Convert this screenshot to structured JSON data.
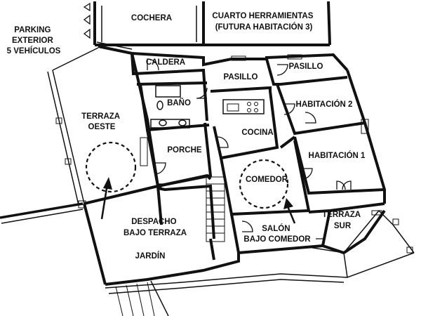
{
  "plan": {
    "rooms": [
      {
        "key": "cochera",
        "lines": [
          "COCHERA"
        ]
      },
      {
        "key": "cuarto",
        "lines": [
          "CUARTO HERRAMIENTAS",
          "(FUTURA HABITACIÓN 3)"
        ]
      },
      {
        "key": "parking",
        "lines": [
          "PARKING",
          "EXTERIOR",
          "5 VEHÍCULOS"
        ]
      },
      {
        "key": "caldera",
        "lines": [
          "CALDERA"
        ]
      },
      {
        "key": "pasillo1",
        "lines": [
          "PASILLO"
        ]
      },
      {
        "key": "pasillo2",
        "lines": [
          "PASILLO"
        ]
      },
      {
        "key": "bano",
        "lines": [
          "BAÑO"
        ]
      },
      {
        "key": "terraza_oeste",
        "lines": [
          "TERRAZA",
          "OESTE"
        ]
      },
      {
        "key": "habitacion2",
        "lines": [
          "HABITACIÓN 2"
        ]
      },
      {
        "key": "cocina",
        "lines": [
          "COCINA"
        ]
      },
      {
        "key": "porche",
        "lines": [
          "PORCHE"
        ]
      },
      {
        "key": "habitacion1",
        "lines": [
          "HABITACIÓN 1"
        ]
      },
      {
        "key": "comedor",
        "lines": [
          "COMEDOR"
        ]
      },
      {
        "key": "despacho",
        "lines": [
          "DESPACHO",
          "BAJO TERRAZA"
        ]
      },
      {
        "key": "terraza_sur",
        "lines": [
          "TERRAZA",
          "SUR"
        ]
      },
      {
        "key": "salon",
        "lines": [
          "SALÓN",
          "BAJO COMEDOR"
        ]
      },
      {
        "key": "jardin",
        "lines": [
          "JARDÍN"
        ]
      }
    ]
  }
}
